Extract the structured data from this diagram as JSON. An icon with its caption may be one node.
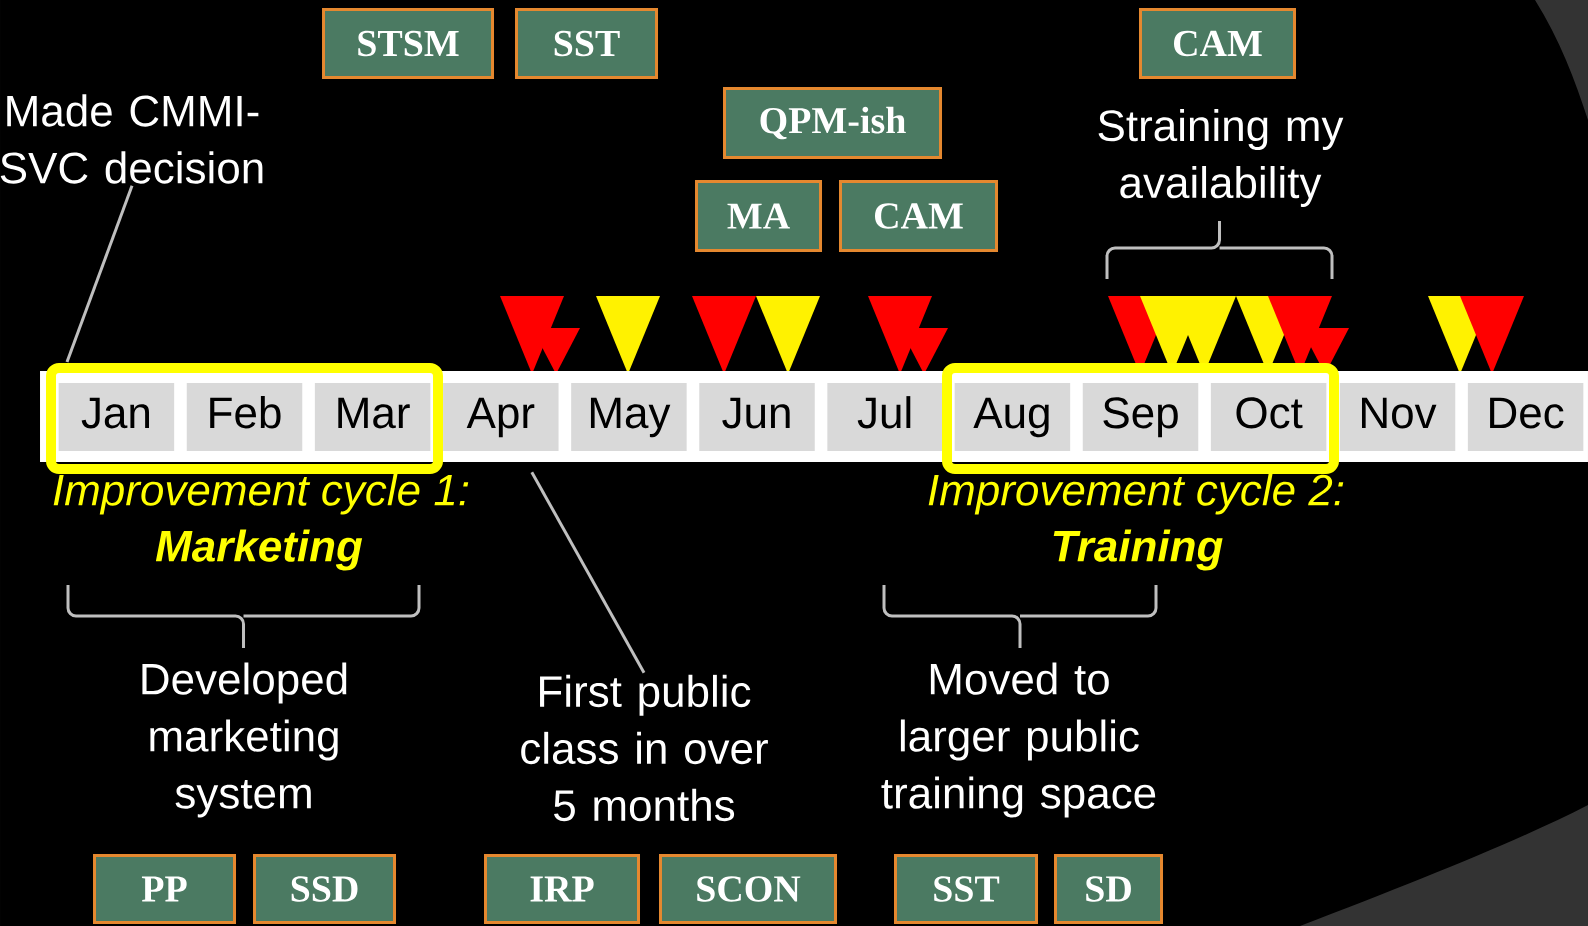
{
  "diagram": {
    "nodes": [
      {
        "text": [
          "Improvement cycle 1:",
          "Marketing"
        ]
      },
      {
        "text": [
          "Jan"
        ],
        "in": 0
      },
      {
        "text": [
          "Feb"
        ],
        "in": 0
      },
      {
        "text": [
          "Mar"
        ],
        "in": 0
      },
      {
        "text": [
          "Apr"
        ]
      },
      {
        "text": [
          "May"
        ]
      },
      {
        "text": [
          "Jun"
        ]
      },
      {
        "text": [
          "Jul"
        ]
      },
      {
        "text": [
          "Improvement cycle 2:",
          "Training"
        ]
      },
      {
        "text": [
          "Aug"
        ],
        "in": 8
      },
      {
        "text": [
          "Sep"
        ],
        "in": 8
      },
      {
        "text": [
          "Oct"
        ],
        "in": 8
      },
      {
        "text": [
          "Nov"
        ]
      },
      {
        "text": [
          "Dec"
        ]
      },
      {
        "text": [
          "Made CMMI-SVC decision"
        ]
      },
      {
        "text": [
          "First public class in over 5 months"
        ]
      },
      {
        "text": [
          "STSM"
        ]
      },
      {
        "text": [
          "SST"
        ]
      },
      {
        "text": [
          "QPM-ish"
        ]
      },
      {
        "text": [
          "MA"
        ]
      },
      {
        "text": [
          "CAM"
        ]
      },
      {
        "text": [
          "CAM"
        ]
      },
      {
        "text": [
          "PP"
        ]
      },
      {
        "text": [
          "SSD"
        ]
      },
      {
        "text": [
          "IRP"
        ]
      },
      {
        "text": [
          "SCON"
        ]
      },
      {
        "text": [
          "SST"
        ]
      },
      {
        "text": [
          "SD"
        ]
      }
    ],
    "edges": [
      {
        "from": 14,
        "to": 0,
        "arrow": "none"
      },
      {
        "from": 15,
        "to": 4,
        "arrow": "none"
      }
    ],
    "labels": [
      "Straining my availability",
      "Developed marketing system",
      "Moved to larger public training space"
    ]
  }
}
